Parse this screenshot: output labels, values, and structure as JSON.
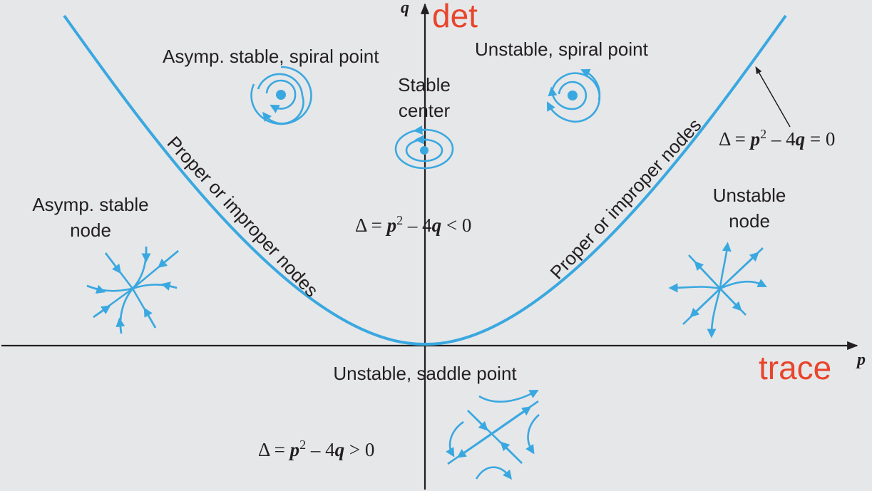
{
  "axes": {
    "q_label": "q",
    "det_label": "det",
    "p_label": "p",
    "trace_label": "trace"
  },
  "colors": {
    "background": "#e6e7e9",
    "curve": "#3aa8e0",
    "accent_red": "#e8452c",
    "text": "#231f20"
  },
  "regions": {
    "asym_stable_spiral": "Asymp. stable, spiral point",
    "unstable_spiral": "Unstable, spiral point",
    "stable_center_line1": "Stable",
    "stable_center_line2": "center",
    "asym_stable_node_line1": "Asymp. stable",
    "asym_stable_node_line2": "node",
    "unstable_node_line1": "Unstable",
    "unstable_node_line2": "node",
    "saddle": "Unstable, saddle point",
    "proper_nodes_left": "Proper or improper nodes",
    "proper_nodes_right": "Proper or improper nodes"
  },
  "equations": {
    "boundary": {
      "lhs": "Δ = ",
      "p": "p",
      "sq": "2",
      "mid": " – 4",
      "q": "q",
      "rel": " = 0"
    },
    "inside": {
      "lhs": "Δ = ",
      "p": "p",
      "sq": "2",
      "mid": " – 4",
      "q": "q",
      "rel": " < 0"
    },
    "outside": {
      "lhs": "Δ = ",
      "p": "p",
      "sq": "2",
      "mid": " – 4",
      "q": "q",
      "rel": " > 0"
    }
  }
}
